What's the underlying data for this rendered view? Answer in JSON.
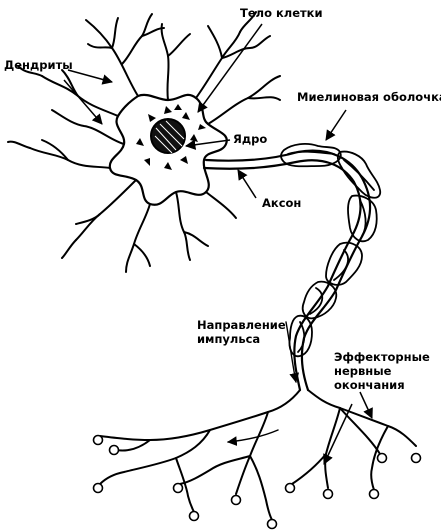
{
  "labels": {
    "cell_body": "Тело клетки",
    "dendrites": "Дендриты",
    "myelin_sheath": "Миелиновая оболочка",
    "nucleus": "Ядро",
    "axon": "Аксон",
    "impulse_direction_line1": "Направление",
    "impulse_direction_line2": "импульса",
    "effector_endings_line1": "Эффекторные",
    "effector_endings_line2": "нервные",
    "effector_endings_line3": "окончания"
  },
  "colors": {
    "ink": "#000000",
    "background": "#ffffff"
  }
}
